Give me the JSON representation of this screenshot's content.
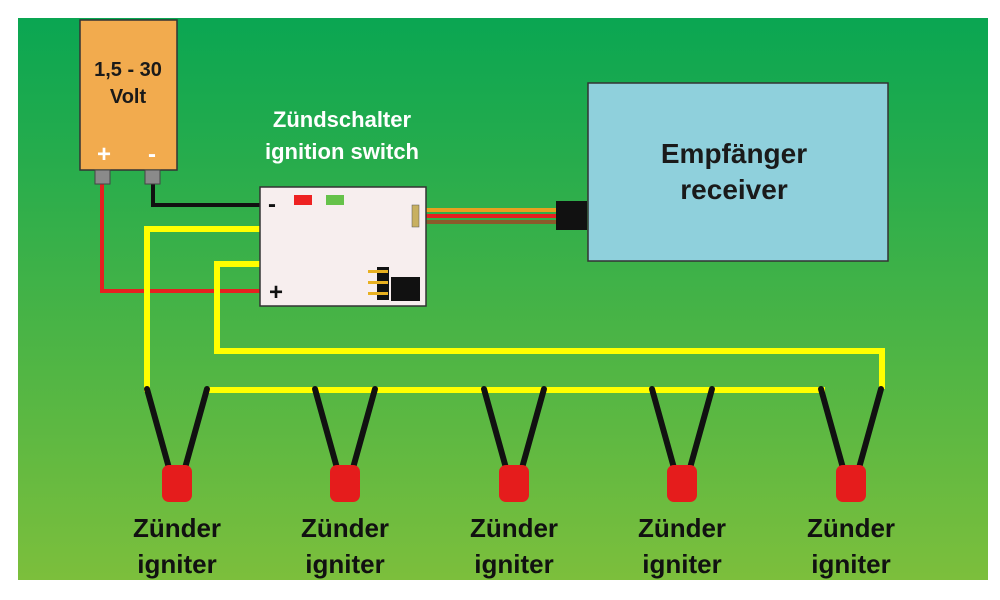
{
  "battery": {
    "voltage": "1,5 - 30",
    "unit": "Volt",
    "plus": "+",
    "minus": "-"
  },
  "switch": {
    "title_de": "Zündschalter",
    "title_en": "ignition switch",
    "minus": "-",
    "plus": "+"
  },
  "receiver": {
    "label_de": "Empfänger",
    "label_en": "receiver"
  },
  "igniters": [
    {
      "label_de": "Zünder",
      "label_en": "igniter"
    },
    {
      "label_de": "Zünder",
      "label_en": "igniter"
    },
    {
      "label_de": "Zünder",
      "label_en": "igniter"
    },
    {
      "label_de": "Zünder",
      "label_en": "igniter"
    },
    {
      "label_de": "Zünder",
      "label_en": "igniter"
    }
  ],
  "colors": {
    "background_top": "#0aa652",
    "background_bottom": "#7cbf3c",
    "battery": "#f2ab4e",
    "receiver": "#8fd0dc",
    "switch_board": "#f7eeee",
    "wire_yellow": "#ffff00",
    "wire_red": "#e62020",
    "wire_black": "#111111",
    "wire_orange": "#e8a020",
    "igniter_head": "#e51c1c",
    "led_red": "#ee2222",
    "led_green": "#66c24a"
  }
}
